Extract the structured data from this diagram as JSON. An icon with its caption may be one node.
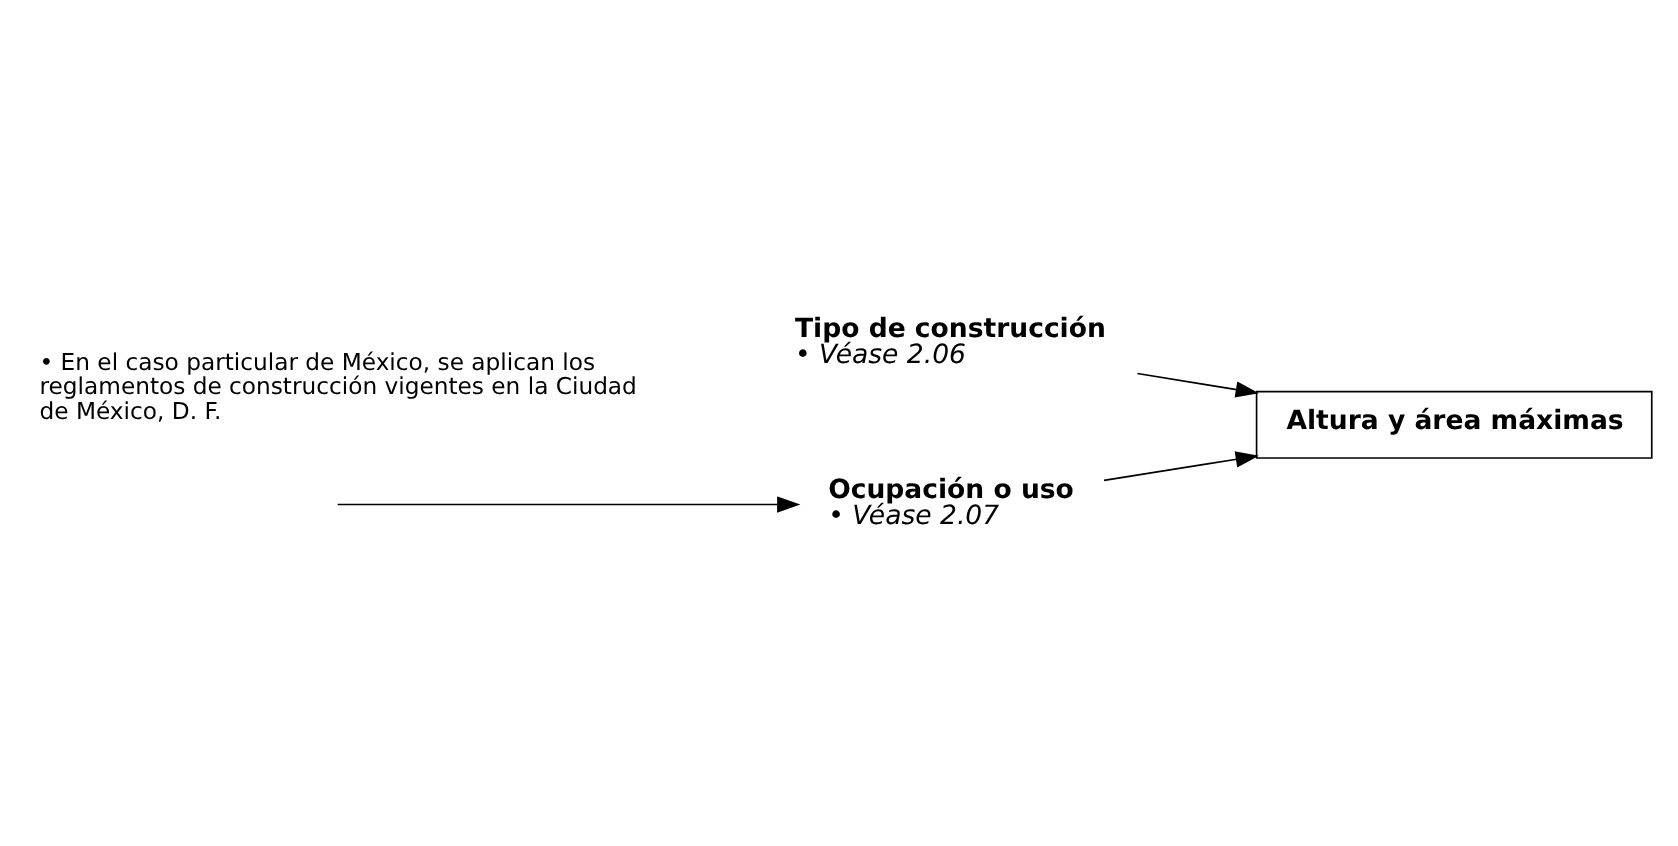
{
  "diagram": {
    "nodes": [
      {
        "text": [
          "Ocupación o uso",
          "• Véase 2.07"
        ]
      },
      {
        "text": [
          "Tipo de construcción",
          "• Véase 2.06"
        ]
      },
      {
        "text": [
          "Altura y área máximas"
        ]
      }
    ],
    "edges": [
      {
        "from": null,
        "to": 0,
        "arrow": "to"
      },
      {
        "from": 0,
        "to": 2,
        "arrow": "to"
      },
      {
        "from": 1,
        "to": 2,
        "arrow": "to"
      }
    ],
    "labels": [
      "• En el caso particular de México, se aplican los reglamentos de construcción vigentes en la Ciudad de México, D. F."
    ]
  }
}
